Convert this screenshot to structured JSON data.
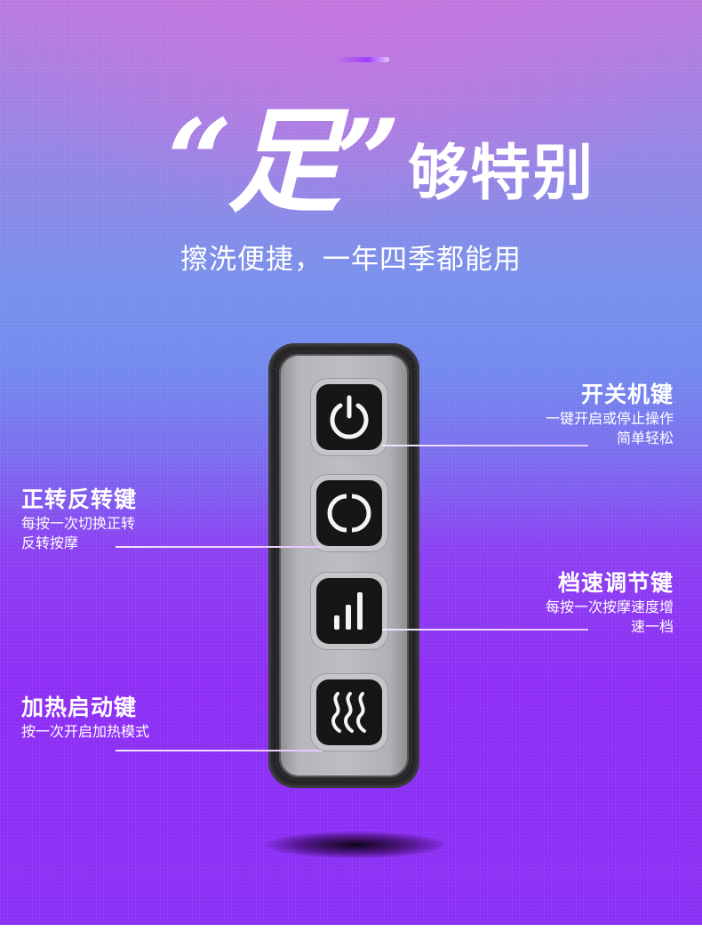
{
  "header": {
    "title_quote_char": "“足”",
    "title_rest": "够特别",
    "subtitle": "擦洗便捷，一年四季都能用"
  },
  "remote": {
    "keys": [
      {
        "icon": "power-icon"
      },
      {
        "icon": "rotate-icon"
      },
      {
        "icon": "signal-bars-icon"
      },
      {
        "icon": "heat-waves-icon"
      }
    ]
  },
  "callouts": [
    {
      "title": "开关机键",
      "desc_lines": [
        "一键开启或停止操作",
        "简单轻松"
      ],
      "side": "right"
    },
    {
      "title": "正转反转键",
      "desc_lines": [
        "每按一次切换正转",
        "反转按摩"
      ],
      "side": "left"
    },
    {
      "title": "档速调节键",
      "desc_lines": [
        "每按一次按摩速度增",
        "速一档"
      ],
      "side": "right"
    },
    {
      "title": "加热启动键",
      "desc_lines": [
        "按一次开启加热模式"
      ],
      "side": "left"
    }
  ],
  "colors": {
    "top": "#b97adf",
    "mid": "#7591ec",
    "bottom": "#8e2ef5",
    "key_face": "#161617"
  }
}
